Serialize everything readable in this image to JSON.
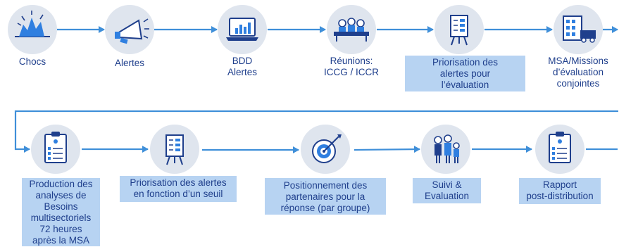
{
  "colors": {
    "arrow": "#3f8fd9",
    "text": "#1f3f8c",
    "box": "#b7d3f2",
    "circle": "#dfe5ee"
  },
  "steps": [
    {
      "id": "chocs",
      "icon": "shock-burst-icon",
      "lines": [
        "Chocs"
      ],
      "boxed": false
    },
    {
      "id": "alertes",
      "icon": "megaphone-icon",
      "lines": [
        "Alertes"
      ],
      "boxed": false
    },
    {
      "id": "bdd-alertes",
      "icon": "laptop-chart-icon",
      "lines": [
        "BDD",
        "Alertes"
      ],
      "boxed": false
    },
    {
      "id": "reunions",
      "icon": "meeting-table-icon",
      "lines": [
        "Réunions:",
        "ICCG / ICCR"
      ],
      "boxed": false
    },
    {
      "id": "priorisation-evaluation",
      "icon": "flipchart-icon",
      "lines": [
        "Priorisation des",
        "alertes pour",
        "l’évaluation"
      ],
      "boxed": true
    },
    {
      "id": "msa-missions",
      "icon": "building-truck-icon",
      "lines": [
        "MSA/Missions",
        "d’évaluation",
        "conjointes"
      ],
      "boxed": false
    },
    {
      "id": "production-analyses",
      "icon": "clipboard-checklist-icon",
      "lines": [
        "Production des",
        "analyses de",
        "Besoins",
        "multisectoriels",
        "72 heures",
        "après la MSA"
      ],
      "boxed": true
    },
    {
      "id": "priorisation-seuil",
      "icon": "flipchart-icon",
      "lines": [
        "Priorisation des alertes",
        "en fonction d’un seuil"
      ],
      "boxed": true
    },
    {
      "id": "positionnement",
      "icon": "target-dart-icon",
      "lines": [
        "Positionnement des",
        "partenaires pour la",
        "réponse (par groupe)"
      ],
      "boxed": true
    },
    {
      "id": "suivi",
      "icon": "people-family-icon",
      "lines": [
        "Suivi &",
        "Evaluation"
      ],
      "boxed": true
    },
    {
      "id": "rapport",
      "icon": "clipboard-checklist-icon",
      "lines": [
        "Rapport",
        "post-distribution"
      ],
      "boxed": true
    }
  ]
}
